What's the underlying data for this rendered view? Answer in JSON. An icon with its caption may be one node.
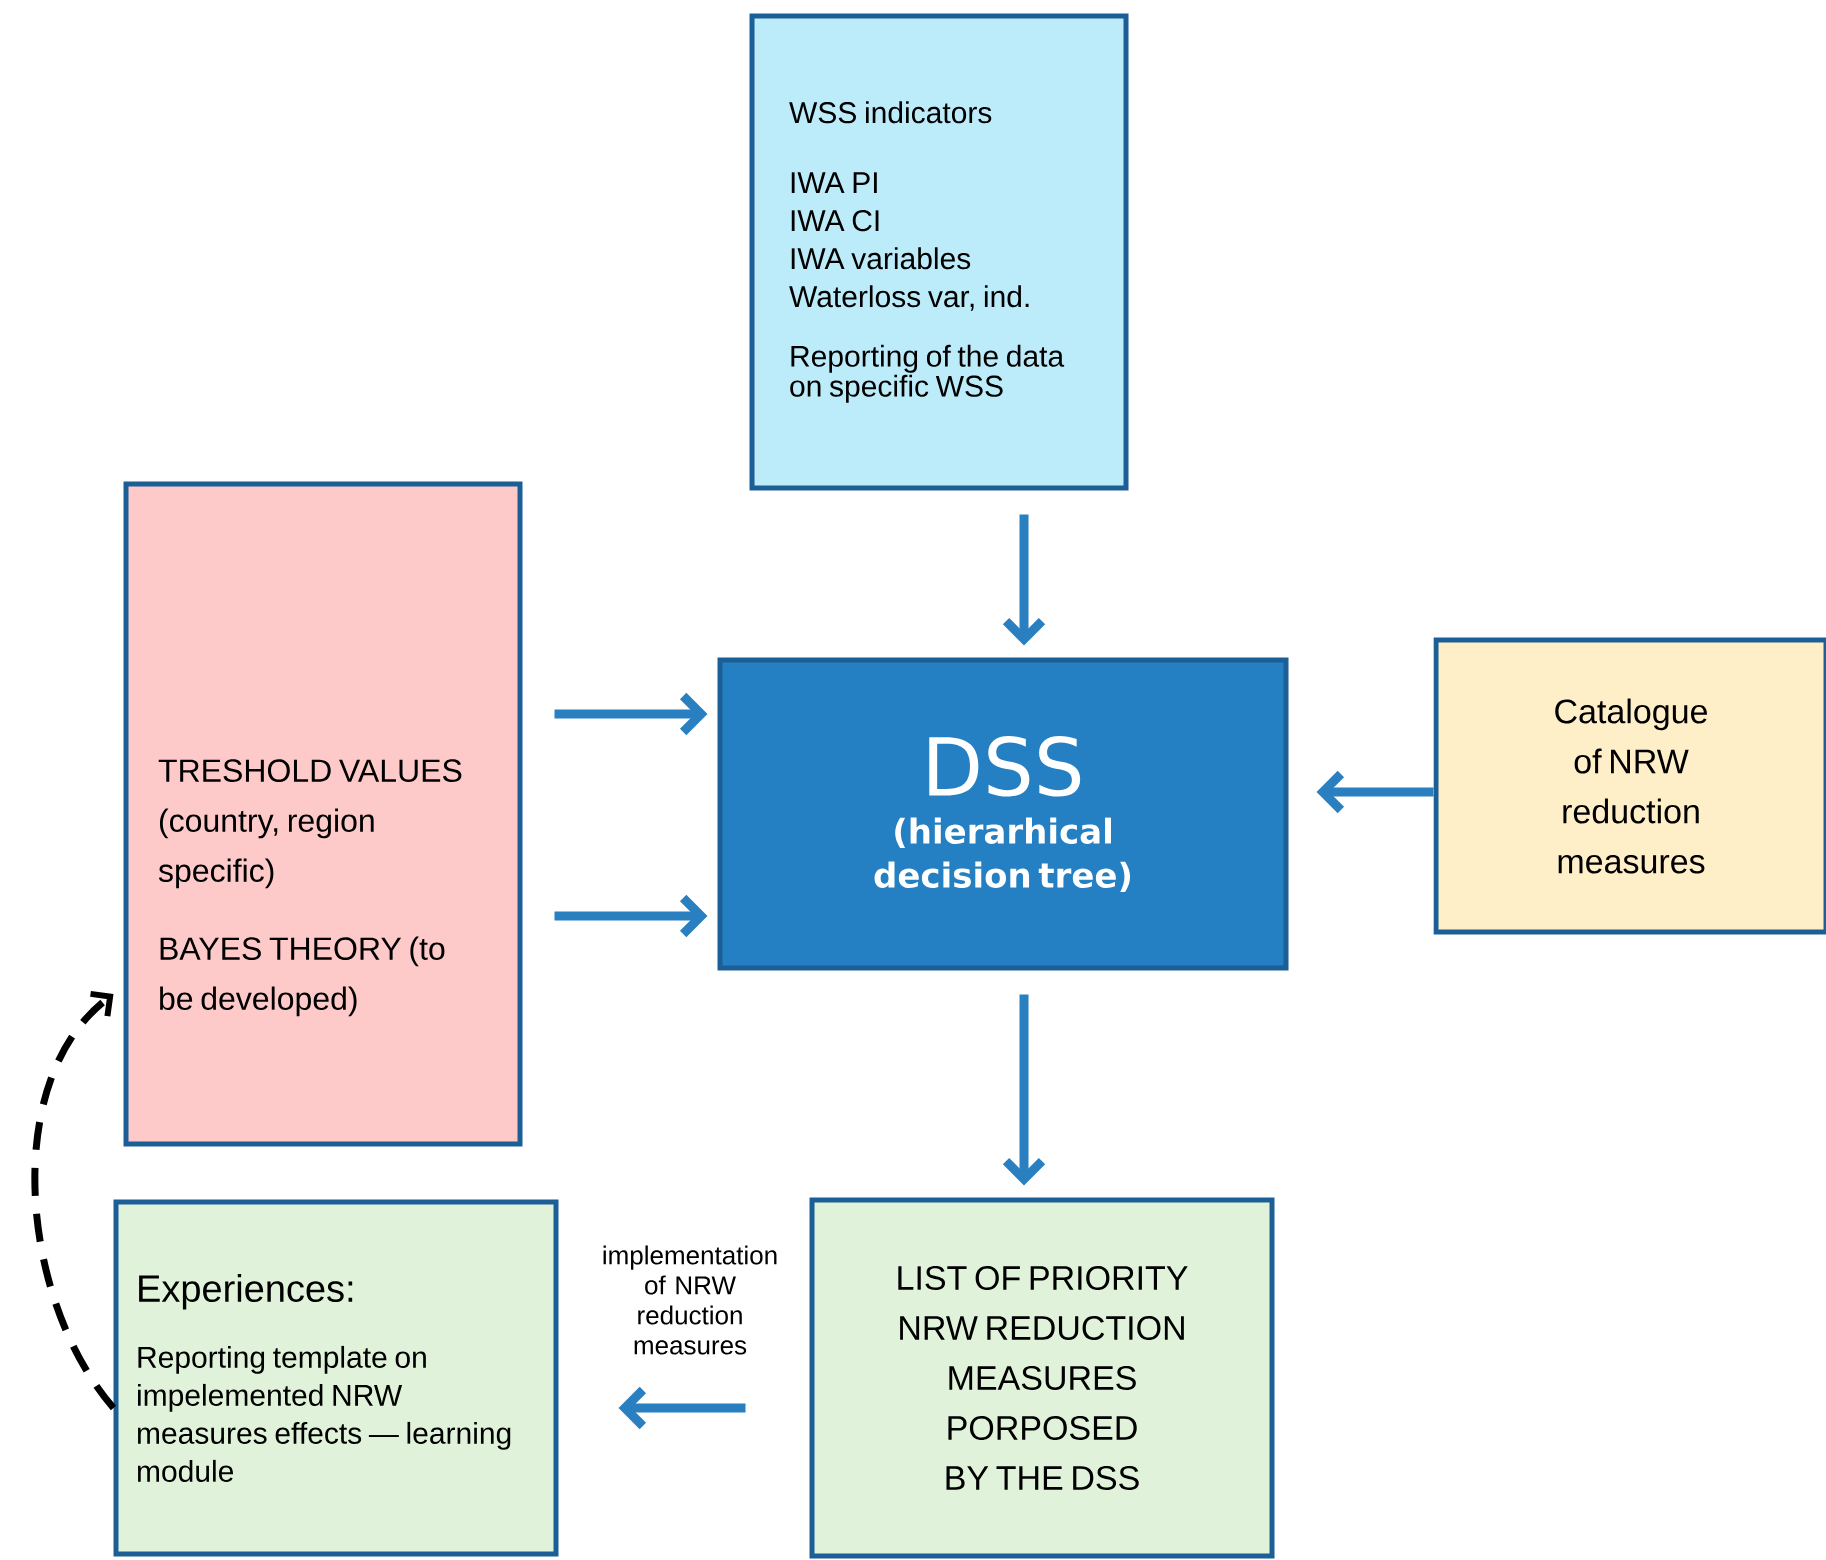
{
  "diagram": {
    "nodes": [
      {
        "text": [
          "WSS indicators",
          "IWA PI",
          "IWA CI",
          "IWA variables",
          "Waterloss var, ind.",
          "Reporting of the data on specific WSS"
        ]
      },
      {
        "text": [
          "TRESHOLD VALUES (country, region specific)",
          "BAYES THEORY (to be developed)"
        ]
      },
      {
        "text": [
          "DSS",
          "(hierarhical decision tree)"
        ]
      },
      {
        "text": [
          "Catalogue of NRW reduction measures"
        ]
      },
      {
        "text": [
          "Experiences:",
          "Reporting template on impelemented NRW measures effects — learning module"
        ]
      },
      {
        "text": [
          "LIST OF PRIORITY NRW REDUCTION MEASURES PORPOSED BY THE DSS"
        ]
      }
    ],
    "edges": [
      {
        "from": 0,
        "to": 2,
        "arrow": "to"
      },
      {
        "from": 1,
        "to": 2,
        "arrow": "to"
      },
      {
        "from": 1,
        "to": 2,
        "arrow": "to"
      },
      {
        "from": 3,
        "to": 2,
        "arrow": "to"
      },
      {
        "from": 2,
        "to": 5,
        "arrow": "to"
      },
      {
        "from": 5,
        "to": 4,
        "arrow": "to",
        "label": "implementation of NRW reduction measures"
      },
      {
        "from": 4,
        "to": 1,
        "arrow": "to",
        "style": "dashed",
        "color": "#000000"
      }
    ]
  }
}
